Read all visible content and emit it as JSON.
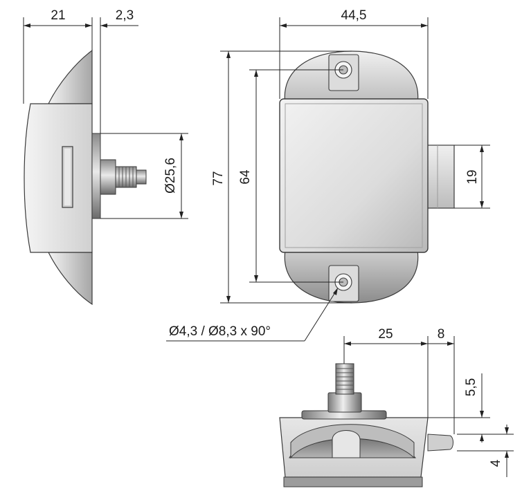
{
  "dimensions": {
    "side_depth": "21",
    "side_flange": "2,3",
    "front_width": "44,5",
    "front_height_total": "77",
    "front_hole_spacing": "64",
    "bolt_width": "19",
    "side_diameter": "Ø25,6",
    "hole_spec": "Ø4,3 / Ø8,3 x 90°",
    "bottom_length": "25",
    "bottom_bolt_extension": "8",
    "bottom_pin_height": "5,5",
    "bottom_bolt_thickness": "4"
  },
  "colors": {
    "body_light": "#e8e8e8",
    "body_mid": "#c9c9c9",
    "body_dark": "#8a8a8a",
    "line": "#222222"
  }
}
